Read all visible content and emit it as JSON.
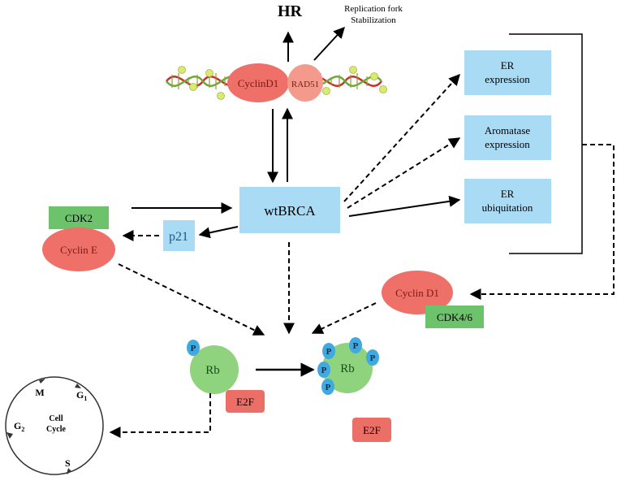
{
  "top": {
    "hr": "HR",
    "replication_line1": "Replication fork",
    "replication_line2": "Stabilization"
  },
  "dna_complex": {
    "cyclin_d1": "CyclinD1",
    "rad51": "RAD51"
  },
  "center": {
    "wtbrca": "wtBRCA",
    "p21": "p21"
  },
  "left": {
    "cdk2": "CDK2",
    "cyclin_e": "Cyclin E"
  },
  "right_boxes": {
    "er_expression_line1": "ER",
    "er_expression_line2": "expression",
    "aromatase_line1": "Aromatase",
    "aromatase_line2": "expression",
    "er_ubiq_line1": "ER",
    "er_ubiq_line2": "ubiquitation"
  },
  "cyclin_d1_complex": {
    "cyclin_d1": "Cyclin D1",
    "cdk46": "CDK4/6"
  },
  "rb": {
    "rb_left": "Rb",
    "rb_right": "Rb",
    "e2f_bound": "E2F",
    "e2f_free": "E2F",
    "p": "P"
  },
  "cell_cycle": {
    "title_line1": "Cell",
    "title_line2": "Cycle",
    "m": "M",
    "g1": "G",
    "g1_sub": "1",
    "g2": "G",
    "g2_sub": "2",
    "s": "S"
  },
  "colors": {
    "blue_box": "#a9dbf5",
    "red_oval": "#ee7068",
    "rad51_oval": "#f39a8d",
    "green_box": "#6cc36b",
    "rb_green": "#90d37f",
    "p_blue": "#3fa9e0",
    "e2f_red": "#ec6f67"
  }
}
